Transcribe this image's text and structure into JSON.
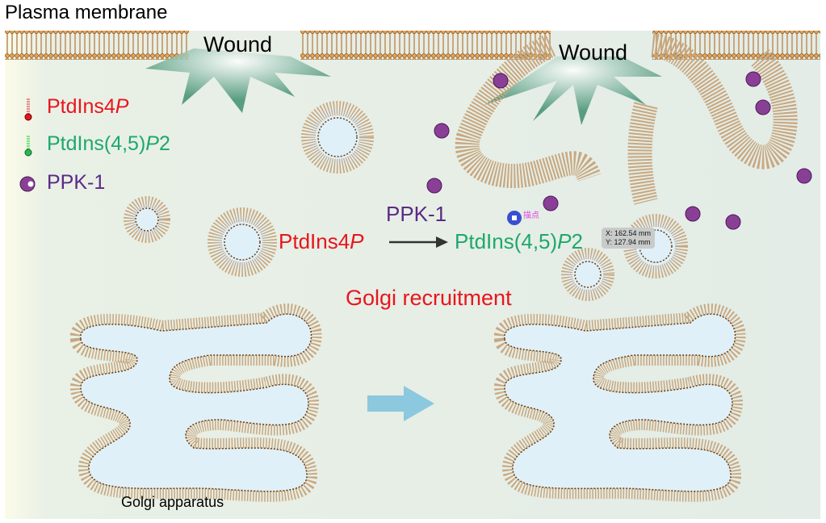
{
  "title": "Plasma membrane",
  "wound_labels": [
    "Wound",
    "Wound"
  ],
  "legend": [
    {
      "label": "PtdIns4",
      "italic": "P",
      "color": "#e8151c",
      "icon": "pi4p-lipid-icon"
    },
    {
      "label": "PtdIns(4,5)",
      "italic": "P",
      "suffix": "2",
      "color": "#1ea86b",
      "icon": "pip2-lipid-icon"
    },
    {
      "label": "PPK-1",
      "color": "#5b2a86",
      "icon": "ppk1-enzyme-icon"
    }
  ],
  "reaction": {
    "enzyme": "PPK-1",
    "substrate": "PtdIns4",
    "substrate_italic": "P",
    "product": "PtdIns(4,5)",
    "product_italic": "P",
    "product_suffix": "2"
  },
  "golgi_recruitment": "Golgi recruitment",
  "golgi_label": "Golgi apparatus",
  "cursor_label": "描点",
  "tooltip": {
    "x": "X: 162.54 mm",
    "y": "Y: 127.94 mm"
  },
  "colors": {
    "pi4p": "#e8151c",
    "pip2": "#1ea86b",
    "ppk1": "#5b2a86",
    "membrane": "#c8a77f",
    "lumen": "#dff0f8",
    "arrow": "#8cc8de"
  }
}
